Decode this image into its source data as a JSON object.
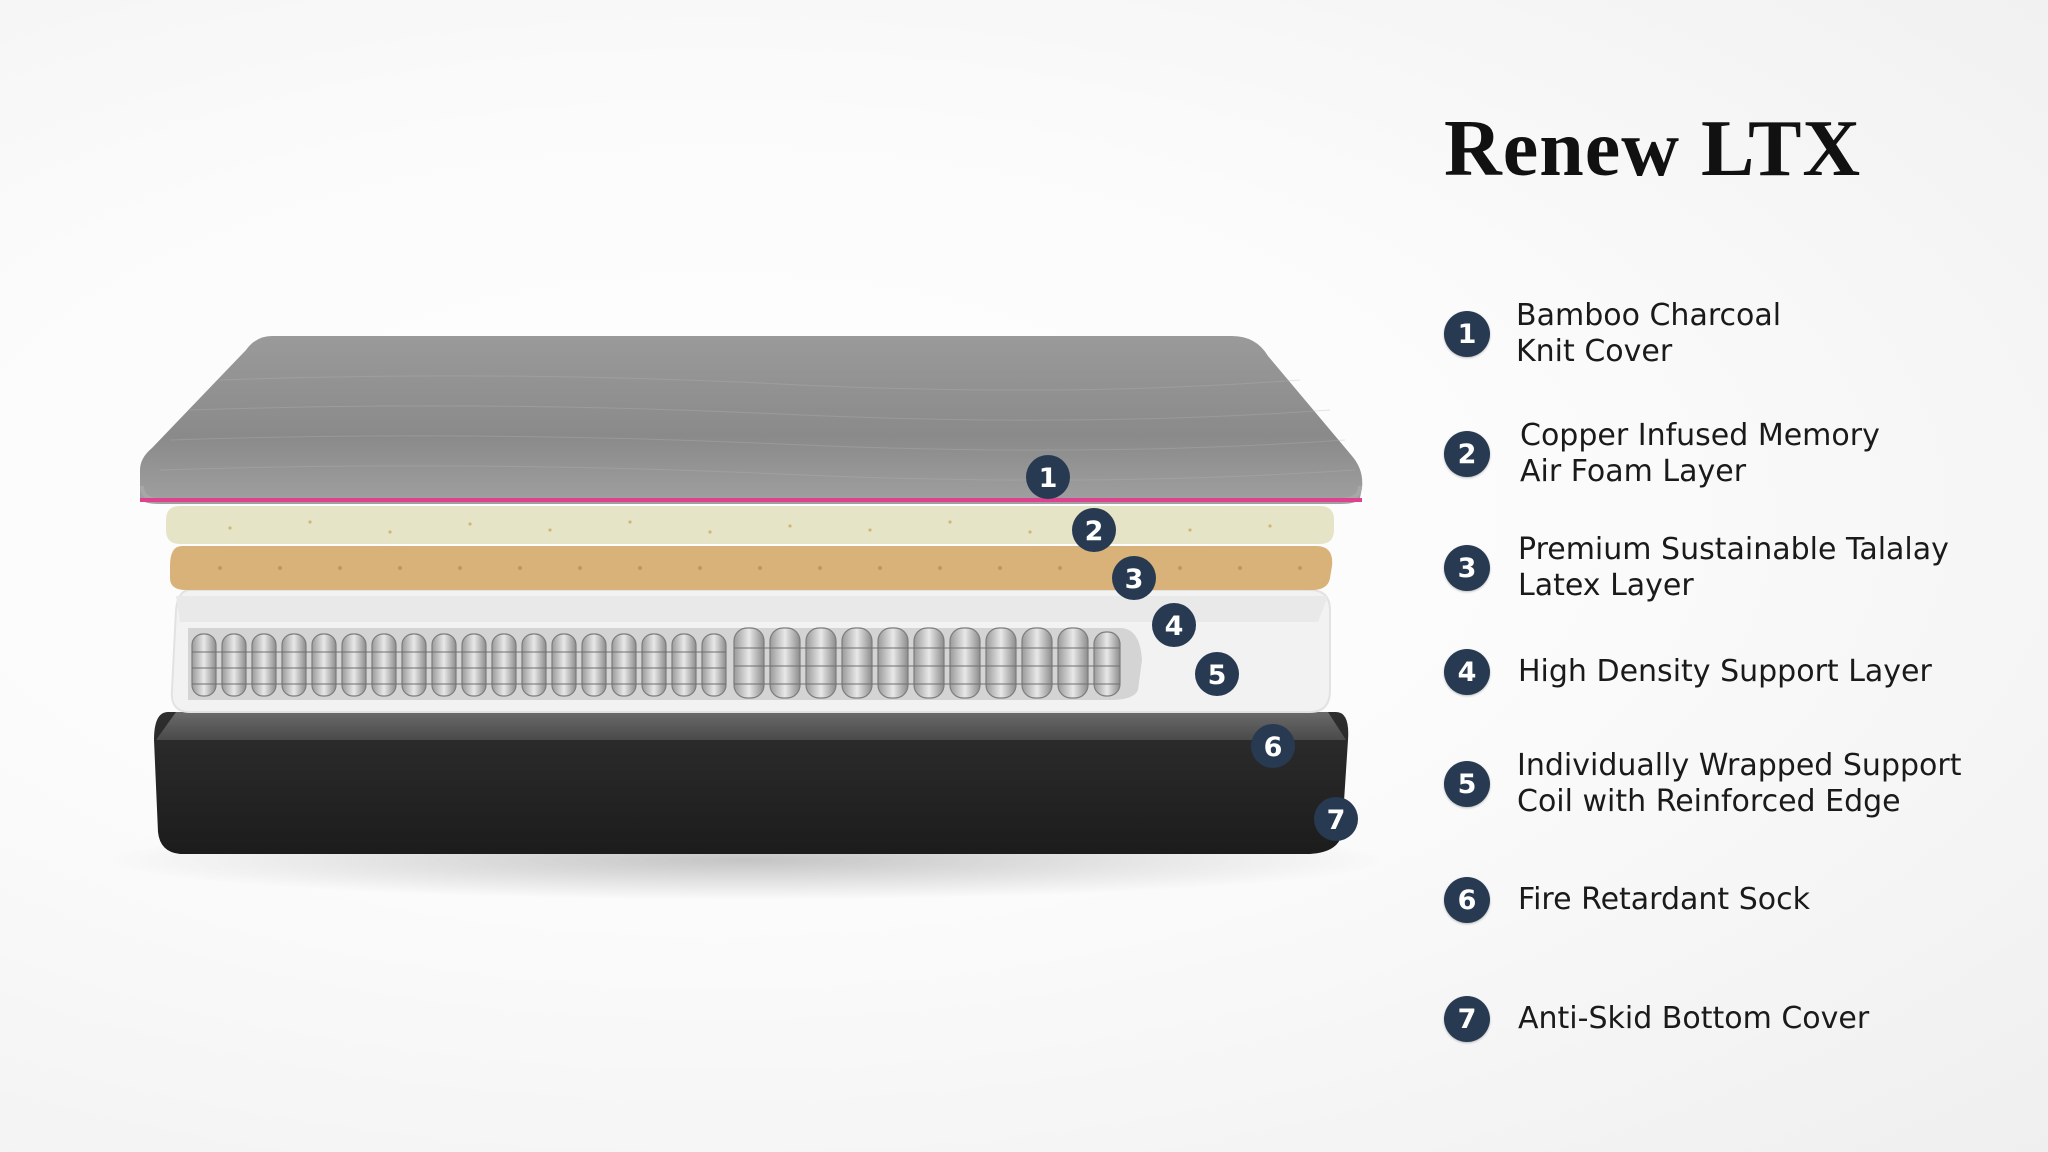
{
  "product": {
    "title": "Renew LTX"
  },
  "layers": [
    {
      "number": "1",
      "lines": [
        "Bamboo Charcoal",
        "Knit Cover"
      ]
    },
    {
      "number": "2",
      "lines": [
        "Copper Infused Memory",
        "Air Foam Layer"
      ]
    },
    {
      "number": "3",
      "lines": [
        "Premium Sustainable Talalay",
        "Latex Layer"
      ]
    },
    {
      "number": "4",
      "lines": [
        "High Density Support Layer"
      ]
    },
    {
      "number": "5",
      "lines": [
        "Individually Wrapped Support",
        "Coil with Reinforced Edge"
      ]
    },
    {
      "number": "6",
      "lines": [
        "Fire Retardant Sock"
      ]
    },
    {
      "number": "7",
      "lines": [
        "Anti-Skid Bottom Cover"
      ]
    }
  ],
  "colors": {
    "badge": "#273a52",
    "cover_gray": "#8f8f8f",
    "cover_trim": "#e0418f",
    "memory_foam": "#e6e4c6",
    "latex": "#dcb57c",
    "support_foam": "#f2f2f2",
    "sock": "#5a5a5a",
    "bottom_cover": "#262626"
  }
}
